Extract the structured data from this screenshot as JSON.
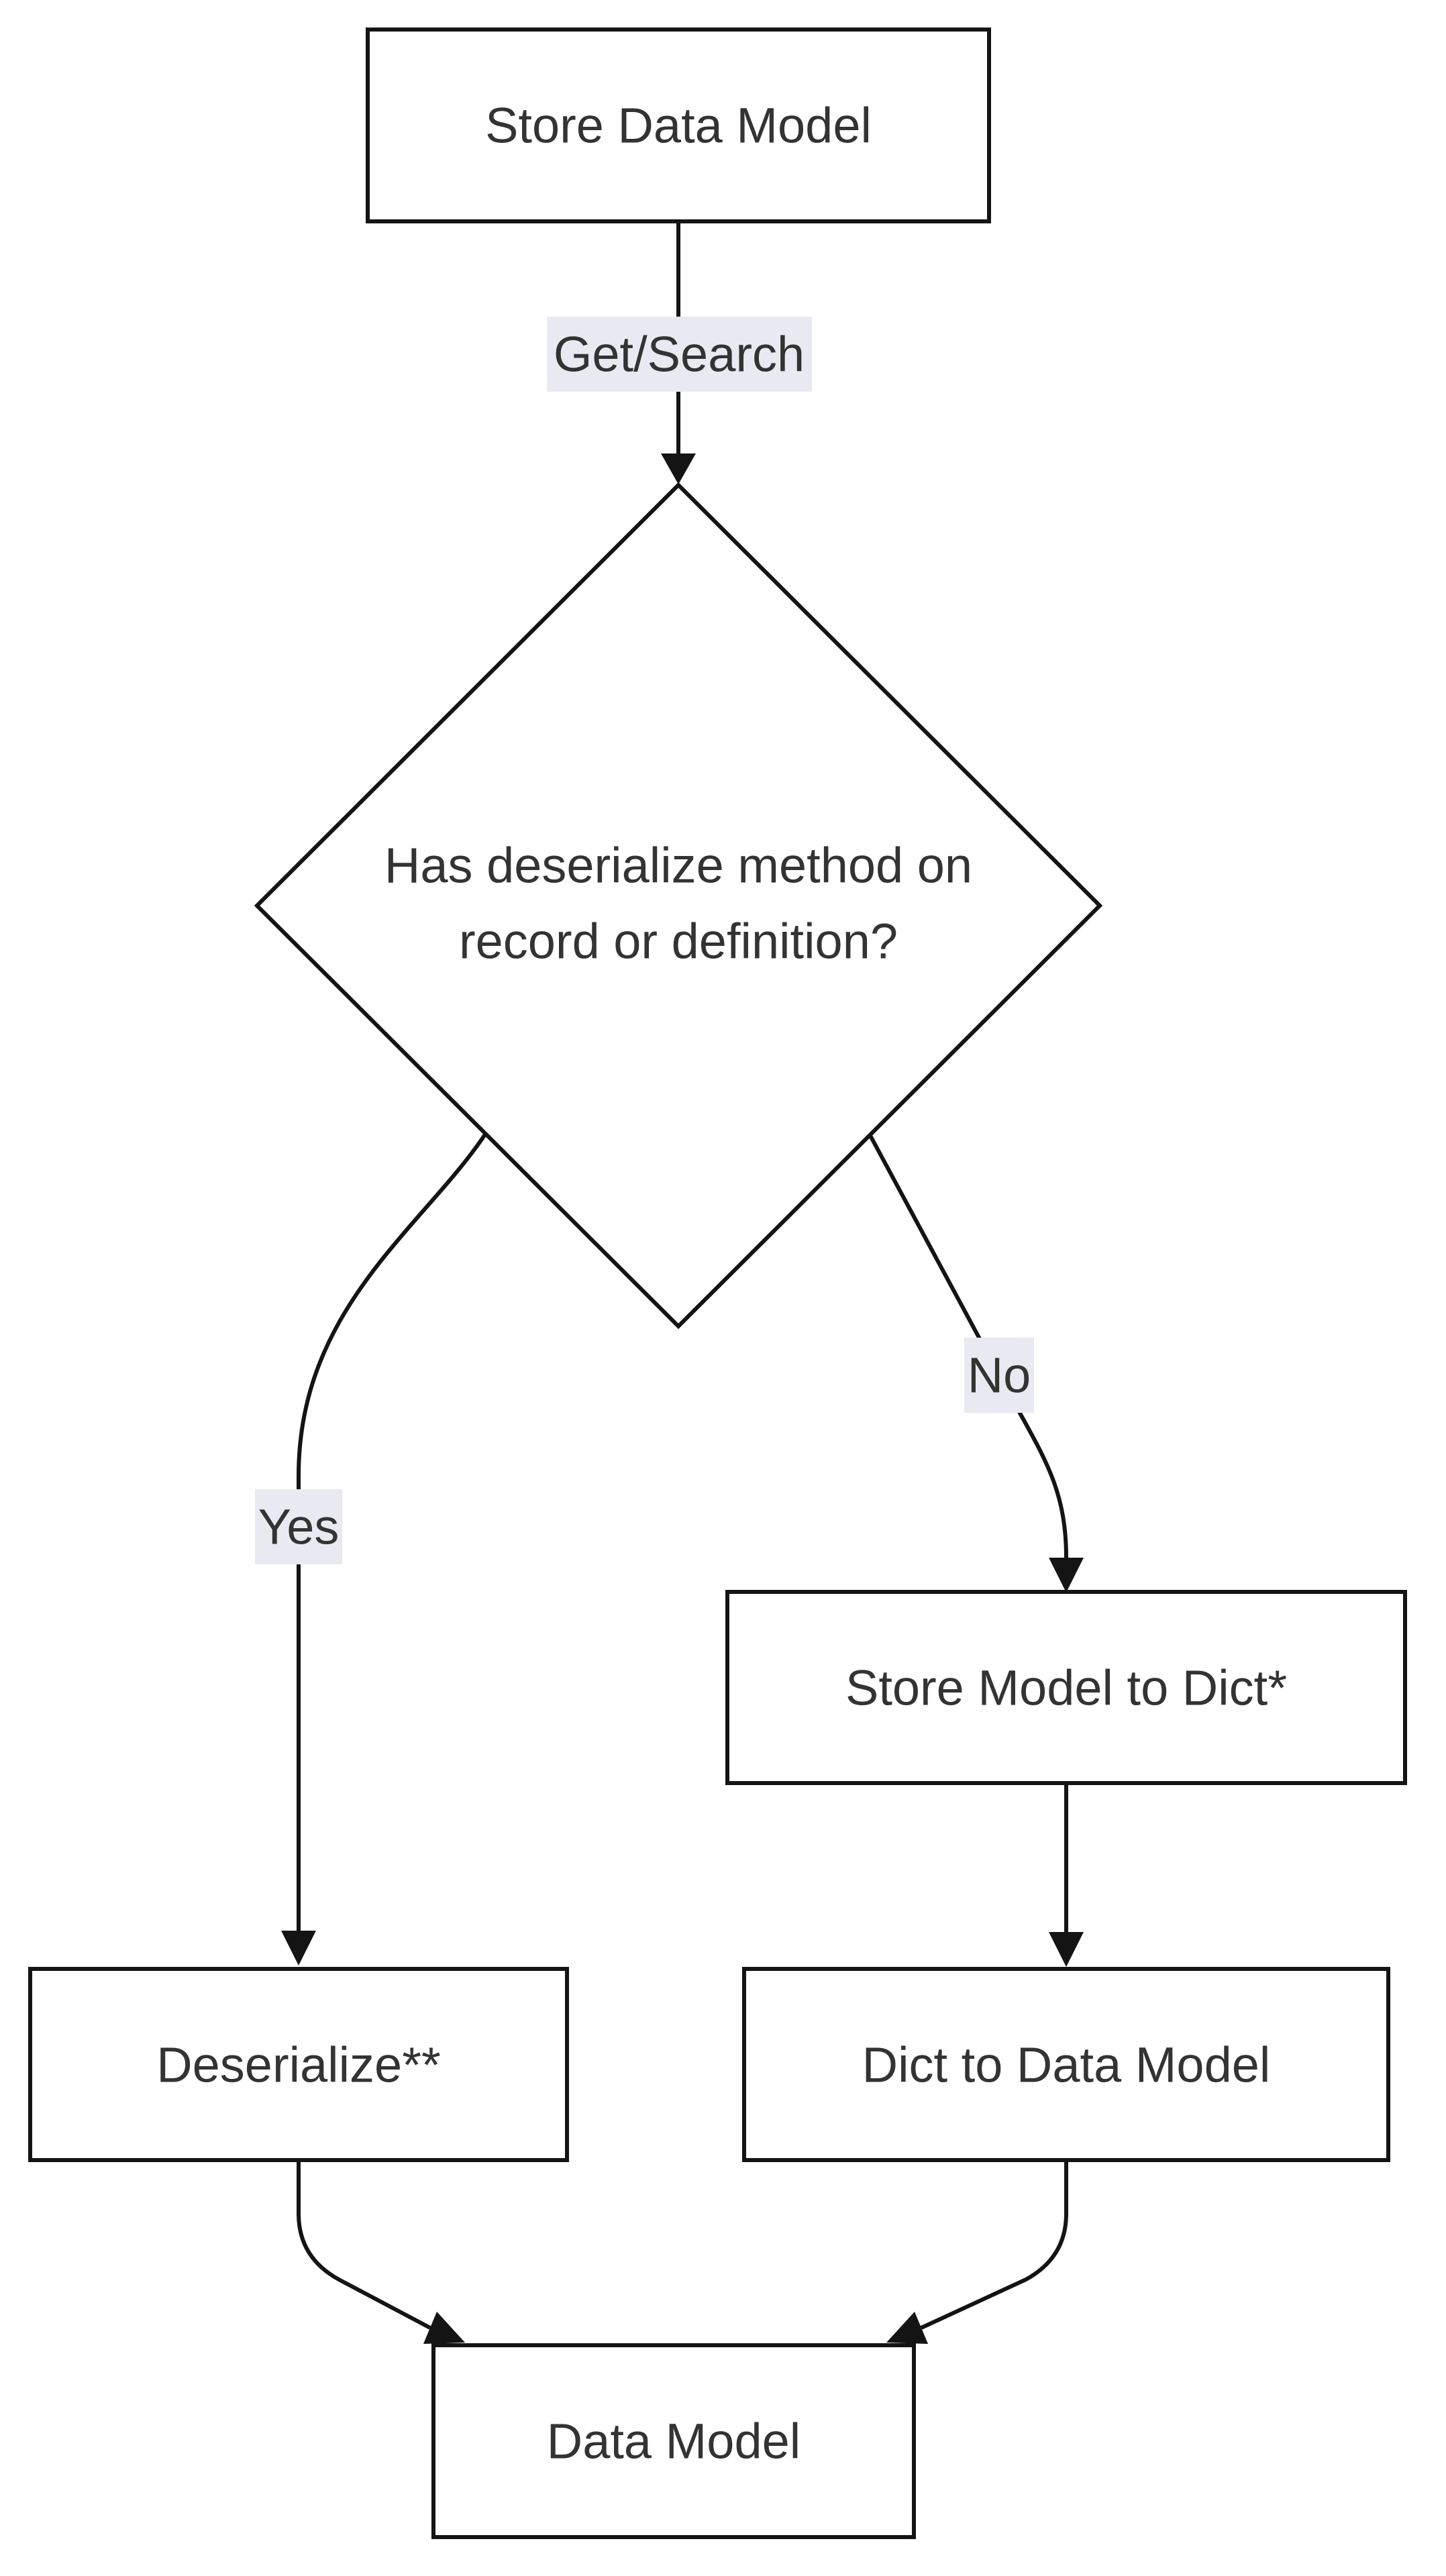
{
  "colors": {
    "background": "#ffffff",
    "edge": "#141414",
    "node_border": "#141414",
    "node_fill": "#ffffff",
    "text": "#333333",
    "label_bg": "#e9e9f2"
  },
  "nodes": {
    "store_data_model": {
      "label": "Store Data Model"
    },
    "decision": {
      "label": "Has deserialize method on record or definition?",
      "line1": "Has deserialize method on",
      "line2": "record or definition?"
    },
    "store_model_to_dict": {
      "label": "Store Model to Dict*"
    },
    "deserialize": {
      "label": "Deserialize**"
    },
    "dict_to_data_model": {
      "label": "Dict to Data Model"
    },
    "data_model": {
      "label": "Data Model"
    }
  },
  "edge_labels": {
    "get_search": "Get/Search",
    "yes": "Yes",
    "no": "No"
  }
}
